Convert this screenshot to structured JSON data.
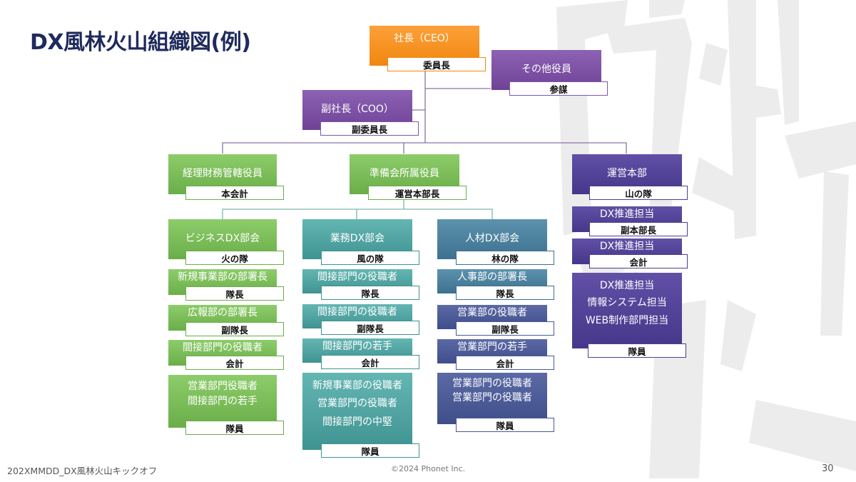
{
  "title": "DX風林火山組織図(例)",
  "footer": {
    "left": "202XMMDD_DX風林火山キックオフ",
    "center": "©2024 Phonet Inc.",
    "page": "30"
  },
  "colors": {
    "orange": "#f0870f",
    "purple": "#7e57a8",
    "green": "#6aae49",
    "teal": "#3f9391",
    "bluegreen": "#3d7190",
    "slate": "#4a5a96",
    "indigo": "#4e3f92",
    "title": "#1f2a5c"
  },
  "nodes": {
    "ceo": {
      "lines": [
        "社長（CEO）"
      ],
      "role": "委員長"
    },
    "other_exec": {
      "lines": [
        "その他役員"
      ],
      "role": "参謀"
    },
    "coo": {
      "lines": [
        "副社長（COO）"
      ],
      "role": "副委員長"
    },
    "finance": {
      "lines": [
        "経理財務管轄役員"
      ],
      "role": "本会計"
    },
    "prep": {
      "lines": [
        "準備会所属役員"
      ],
      "role": "運営本部長"
    },
    "hq": {
      "lines": [
        "運営本部"
      ],
      "role": "山の隊"
    },
    "hq_dx1": {
      "lines": [
        "DX推進担当"
      ],
      "role": "副本部長"
    },
    "hq_dx2": {
      "lines": [
        "DX推進担当"
      ],
      "role": "会計"
    },
    "hq_dx3": {
      "lines": [
        "DX推進担当",
        "情報システム担当",
        "WEB制作部門担当"
      ],
      "role": "隊員"
    },
    "biz": {
      "lines": [
        "ビジネスDX部会"
      ],
      "role": "火の隊"
    },
    "biz1": {
      "lines": [
        "新規事業部の部署長"
      ],
      "role": "隊長"
    },
    "biz2": {
      "lines": [
        "広報部の部署長"
      ],
      "role": "副隊長"
    },
    "biz3": {
      "lines": [
        "間接部門の役職者"
      ],
      "role": "会計"
    },
    "biz4": {
      "lines": [
        "営業部門役職者",
        "間接部門の若手"
      ],
      "role": "隊員"
    },
    "ops": {
      "lines": [
        "業務DX部会"
      ],
      "role": "風の隊"
    },
    "ops1": {
      "lines": [
        "間接部門の役職者"
      ],
      "role": "隊長"
    },
    "ops2": {
      "lines": [
        "間接部門の役職者"
      ],
      "role": "副隊長"
    },
    "ops3": {
      "lines": [
        "間接部門の若手"
      ],
      "role": "会計"
    },
    "ops4": {
      "lines": [
        "新規事業部の役職者",
        "営業部門の役職者",
        "間接部門の中堅"
      ],
      "role": "隊員"
    },
    "hr": {
      "lines": [
        "人材DX部会"
      ],
      "role": "林の隊"
    },
    "hr1": {
      "lines": [
        "人事部の部署長"
      ],
      "role": "隊長"
    },
    "hr2": {
      "lines": [
        "営業部の役職者"
      ],
      "role": "副隊長"
    },
    "hr3": {
      "lines": [
        "営業部門の若手"
      ],
      "role": "会計"
    },
    "hr4": {
      "lines": [
        "営業部門の役職者",
        "営業部門の役職者"
      ],
      "role": "隊員"
    }
  }
}
